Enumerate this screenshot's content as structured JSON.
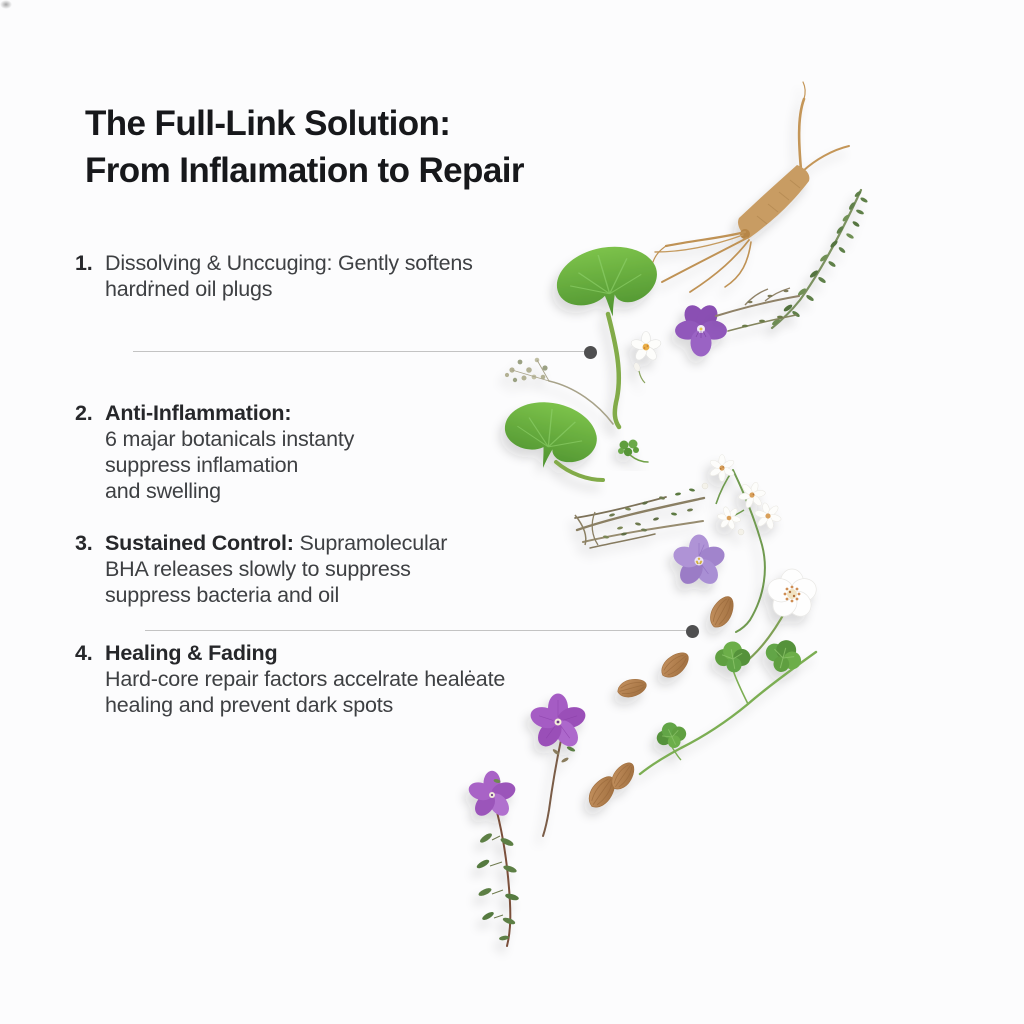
{
  "title": {
    "line1": "The Full-Link Solution:",
    "line2": "From Inflaımation to Repair"
  },
  "steps": [
    {
      "number": "1.",
      "lead": "",
      "after_lead": "Dissolving & Unccuging: Gently softens",
      "lines": [
        "hardṙned oil plugs"
      ]
    },
    {
      "number": "2.",
      "lead": "Anti-Inflammation:",
      "after_lead": "",
      "lines": [
        "6 majar botanicals instanty",
        "suppress inflamation",
        "and swelling"
      ]
    },
    {
      "number": "3.",
      "lead": "Sustained Control:",
      "after_lead": " Supramolecular",
      "lines": [
        "BHA releases slowly to suppress",
        "suppress bacteria and oil"
      ]
    },
    {
      "number": "4.",
      "lead": "Healing & Fading",
      "after_lead": "",
      "lines": [
        "Hard-core repair factors accelrate healėate",
        "healing and prevent dark spots"
      ]
    }
  ],
  "connectors": [
    {
      "name": "connector-1",
      "points_to": "centella-leaf-upper"
    },
    {
      "name": "connector-2",
      "points_to": "almond-seeds"
    }
  ],
  "illustration": {
    "description": "flat-lay botanical ingredients on white background",
    "items": [
      "ginseng-root",
      "thyme-sprig",
      "centella-leaf-upper",
      "small-white-flower",
      "violet-flower",
      "dried-twig",
      "dried-seed-head-sprig",
      "centella-leaf-lower",
      "parsley-leaflet-small",
      "dried-thyme-bundle",
      "white-flower-cluster",
      "lilac-flower",
      "white-flower-large",
      "almond-seeds",
      "parsley-sprig",
      "purple-flower-with-stem",
      "purple-flower-sprig"
    ]
  },
  "colors": {
    "background": "#fcfcfd",
    "title_text": "#17181b",
    "body_text": "#3e4043",
    "connector_line": "#c3c3c3",
    "connector_dot": "#4f4f50",
    "leaf_green": "#63a93f",
    "leaf_green_dark": "#4e9230",
    "herb_green": "#6d8a52",
    "dried_brown": "#8a7f64",
    "root_tan": "#c89c63",
    "violet": "#8f58b8",
    "lilac": "#a98fd4",
    "flower_white": "#fdfdfb",
    "flower_center_orange": "#d9a05a",
    "almond_brown": "#bb8753"
  }
}
